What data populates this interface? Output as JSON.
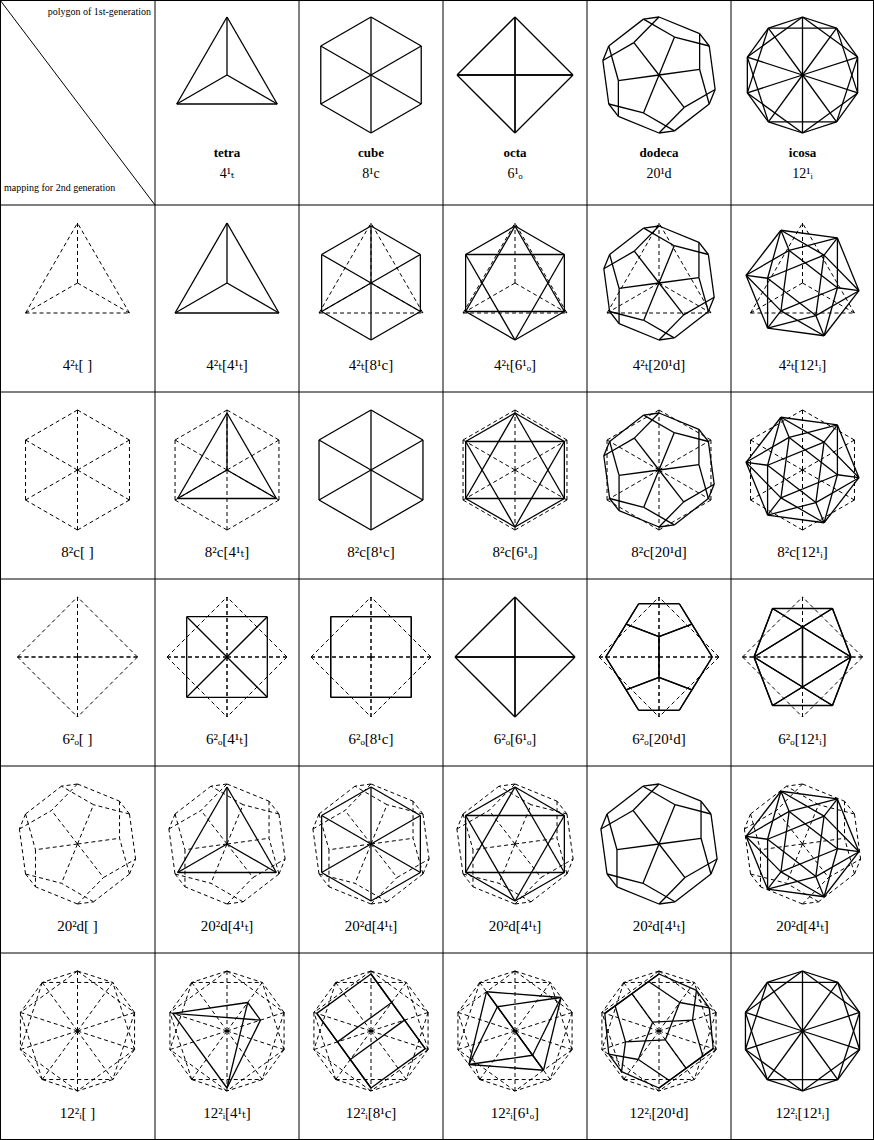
{
  "diagram": {
    "labels": [
      "polygon of 1st-generation",
      "mapping for 2nd generation",
      "tetra",
      "4¹ₜ",
      "cube",
      "8¹c",
      "octa",
      "6¹ₒ",
      "dodeca",
      "20¹d",
      "icosa",
      "12¹ᵢ",
      "4²ₜ[ ]",
      "4²ₜ[4¹ₜ]",
      "4²ₜ[8¹c]",
      "4²ₜ[6¹ₒ]",
      "4²ₜ[20¹d]",
      "4²ₜ[12¹ᵢ]",
      "8²c[ ]",
      "8²c[4¹ₜ]",
      "8²c[8¹c]",
      "8²c[6¹ₒ]",
      "8²c[20¹d]",
      "8²c[12¹ᵢ]",
      "6²ₒ[ ]",
      "6²ₒ[4¹ₜ]",
      "6²ₒ[8¹c]",
      "6²ₒ[6¹ₒ]",
      "6²ₒ[20¹d]",
      "6²ₒ[12¹ᵢ]",
      "20²d[ ]",
      "20²d[4¹ₜ]",
      "20²d[4¹ₜ]",
      "20²d[4¹ₜ]",
      "20²d[4¹ₜ]",
      "20²d[4¹ₜ]",
      "12²ᵢ[ ]",
      "12²ᵢ[4¹ₜ]",
      "12²ᵢ[8¹c]",
      "12²ᵢ[6¹ₒ]",
      "12²ᵢ[20¹d]",
      "12²ᵢ[12¹ᵢ]"
    ]
  }
}
